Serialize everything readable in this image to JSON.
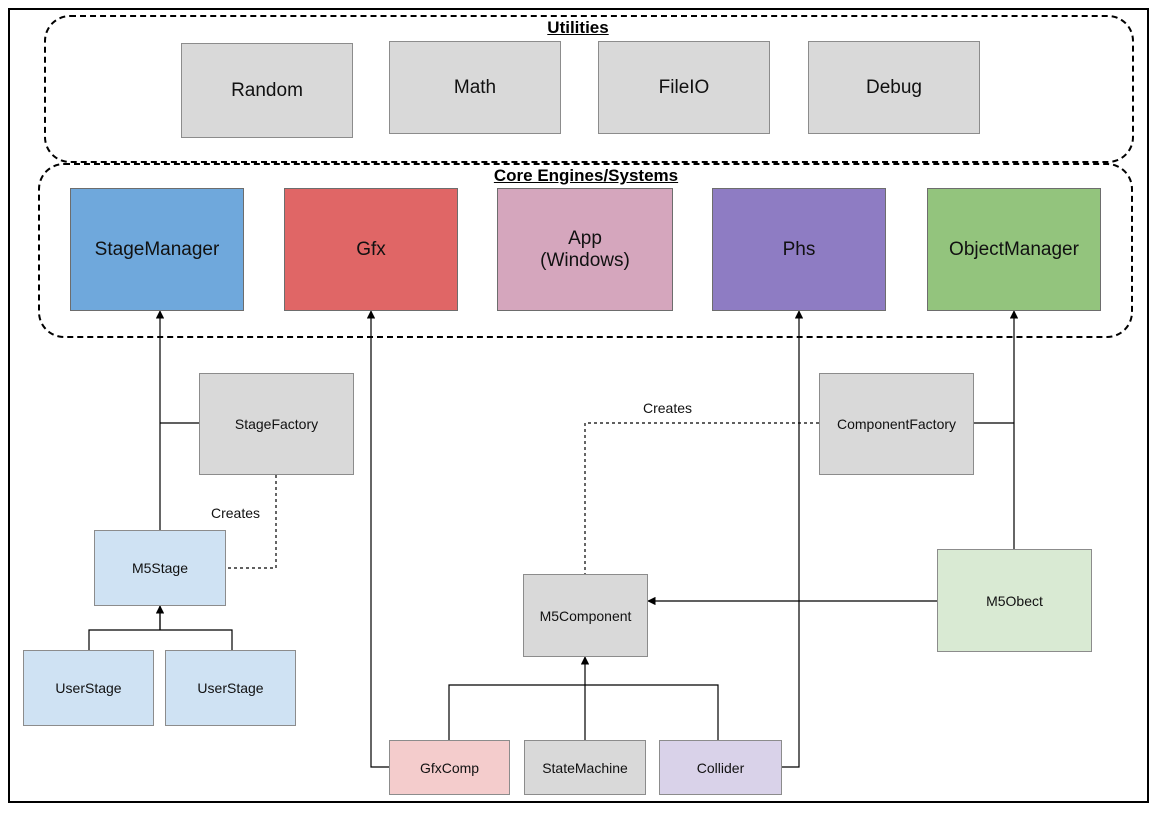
{
  "groups": {
    "utilities": {
      "label": "Utilities"
    },
    "core": {
      "label": "Core Engines/Systems"
    }
  },
  "nodes": {
    "random": {
      "label": "Random",
      "color": "#d9d9d9"
    },
    "math": {
      "label": "Math",
      "color": "#d9d9d9"
    },
    "fileio": {
      "label": "FileIO",
      "color": "#d9d9d9"
    },
    "debug": {
      "label": "Debug",
      "color": "#d9d9d9"
    },
    "stage_manager": {
      "label": "StageManager",
      "color": "#6fa8dc"
    },
    "gfx": {
      "label": "Gfx",
      "color": "#e06666"
    },
    "app": {
      "label": "App\n(Windows)",
      "color": "#d5a6bd"
    },
    "phs": {
      "label": "Phs",
      "color": "#8e7cc3"
    },
    "object_manager": {
      "label": "ObjectManager",
      "color": "#93c47d"
    },
    "stage_factory": {
      "label": "StageFactory",
      "color": "#d9d9d9"
    },
    "component_factory": {
      "label": "ComponentFactory",
      "color": "#d9d9d9"
    },
    "m5stage": {
      "label": "M5Stage",
      "color": "#cfe2f3"
    },
    "user_stage_1": {
      "label": "UserStage",
      "color": "#cfe2f3"
    },
    "user_stage_2": {
      "label": "UserStage",
      "color": "#cfe2f3"
    },
    "m5component": {
      "label": "M5Component",
      "color": "#d9d9d9"
    },
    "m5obect": {
      "label": "M5Obect",
      "color": "#d9ead3"
    },
    "gfx_comp": {
      "label": "GfxComp",
      "color": "#f4cccc"
    },
    "state_machine": {
      "label": "StateMachine",
      "color": "#d9d9d9"
    },
    "collider": {
      "label": "Collider",
      "color": "#d9d2e9"
    }
  },
  "edge_labels": {
    "creates_stage": "Creates",
    "creates_component": "Creates"
  }
}
